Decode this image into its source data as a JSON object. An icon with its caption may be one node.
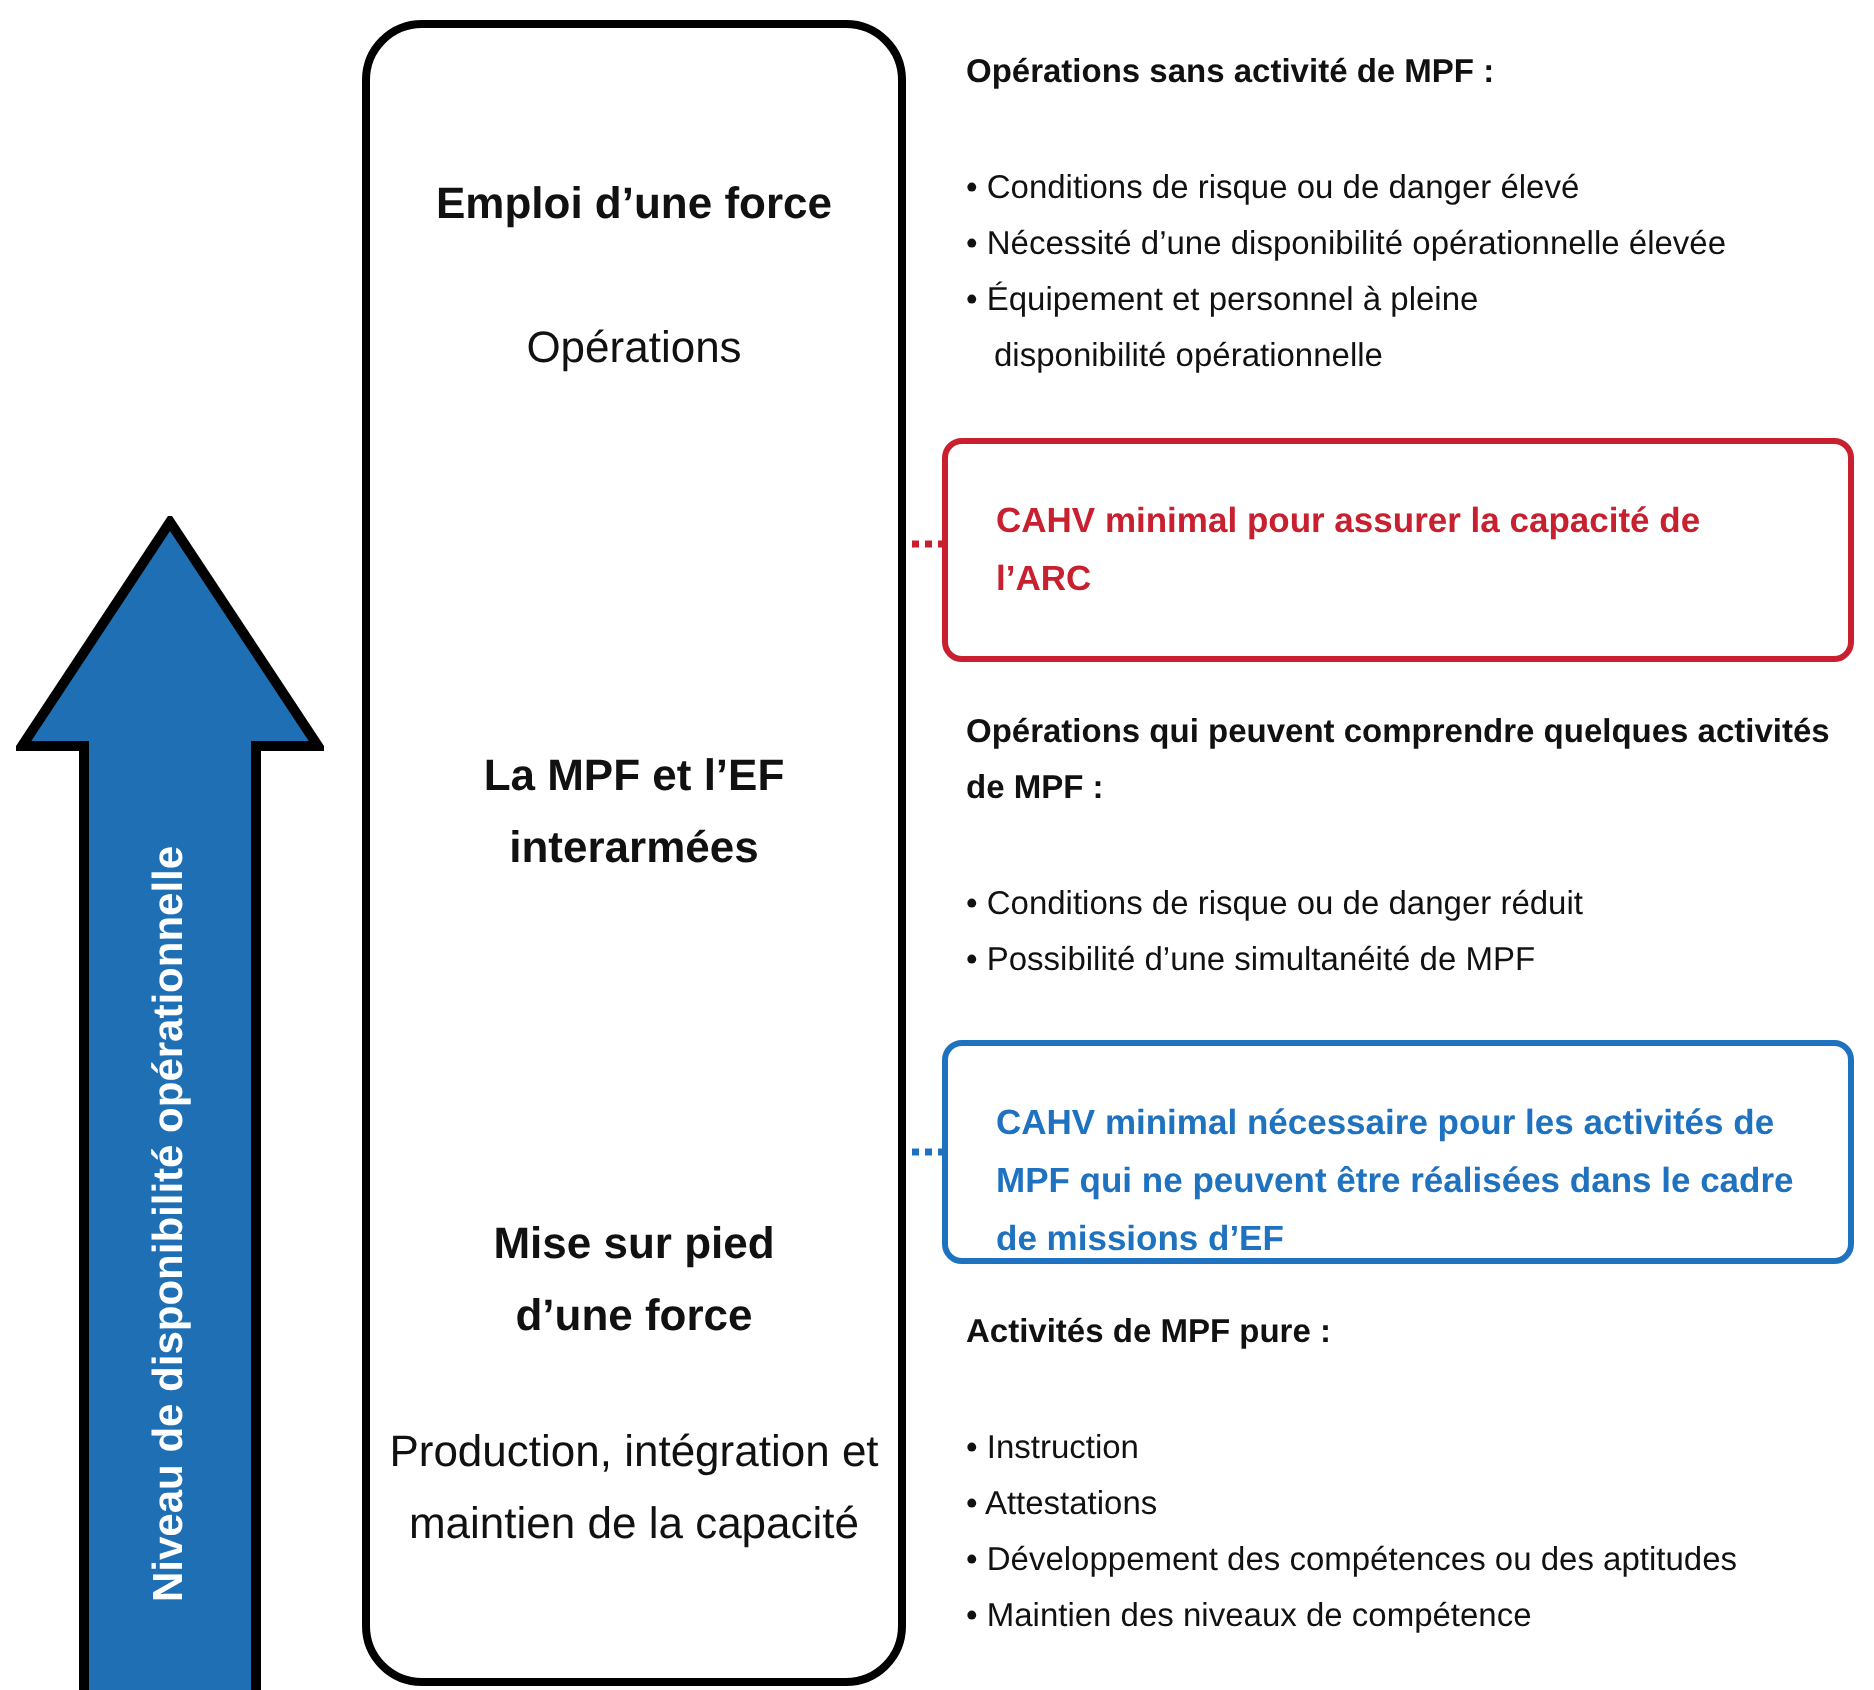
{
  "diagram": {
    "nodes": [
      {
        "text": [
          "Niveau de disponibilité opérationnelle"
        ]
      },
      {
        "text": [
          "Emploi d’une force",
          "Opérations",
          "La MPF et l’EF interarmées",
          "Mise sur pied d’une force",
          "Production, intégration et maintien de la capacité"
        ]
      },
      {
        "text": [
          "CAHV minimal pour assurer la capacité de l’ARC"
        ]
      },
      {
        "text": [
          "CAHV minimal nécessaire pour les activités de MPF qui ne peuvent être réalisées dans le cadre de missions d’EF"
        ]
      }
    ],
    "edges": [
      {
        "from": 1,
        "to": 2,
        "arrow": "none",
        "style": "dashed",
        "color": "#c8202f"
      },
      {
        "from": 1,
        "to": 3,
        "arrow": "none",
        "style": "dashed",
        "color": "#1f72c0"
      }
    ],
    "labels": [
      "Opérations sans activité de MPF :",
      "• Conditions de risque ou de danger élevé",
      "• Nécessité d’une disponibilité opérationnelle élevée",
      "• Équipement et personnel à pleine disponibilité opérationnelle",
      "Opérations qui peuvent comprendre quelques activités de MPF :",
      "• Conditions de risque ou de danger réduit",
      "• Possibilité d’une simultanéité de MPF",
      "Activités de MPF pure :",
      "• Instruction",
      "• Attestations",
      "• Développement des compétences ou des aptitudes",
      "• Maintien des niveaux de compétence"
    ]
  }
}
